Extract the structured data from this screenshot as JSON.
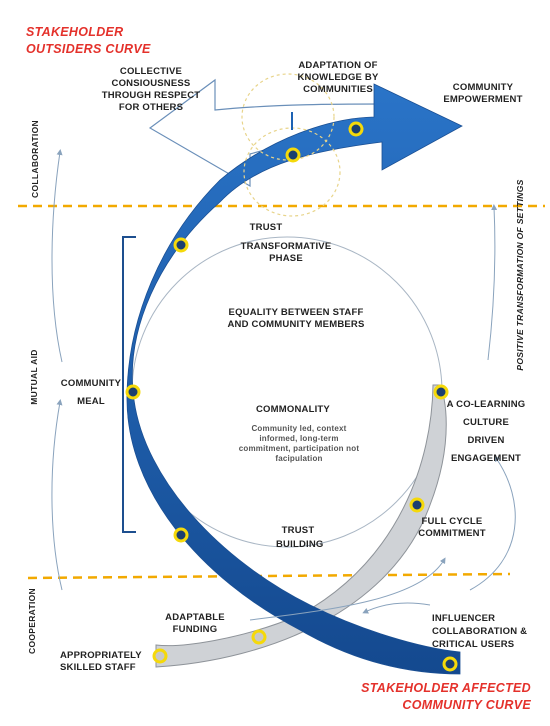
{
  "titles": {
    "top": "STAKEHOLDER OUTSIDERS CURVE",
    "bottom": "STAKEHOLDER AFFECTED COMMUNITY CURVE"
  },
  "labels": {
    "collective": "COLLECTIVE CONSIOUSNESS THROUGH RESPECT FOR OTHERS",
    "adaptation": "ADAPTATION OF KNOWLEDGE BY COMMUNITIES",
    "empowerment": "COMMUNITY EMPOWERMENT",
    "trust": "TRUST",
    "transformative": "TRANSFORMATIVE PHASE",
    "equality": "EQUALITY BETWEEN STAFF AND COMMUNITY MEMBERS",
    "community_meal": "COMMUNITY MEAL",
    "commonality": "COMMONALITY",
    "commonality_detail": "Community led, context informed, long-term commitment, participation not facipulation",
    "co_learning": "A CO-LEARNING CULTURE DRIVEN ENGAGEMENT",
    "full_cycle": "FULL CYCLE COMMITMENT",
    "trust_building": "TRUST BUILDING",
    "adaptable_funding": "ADAPTABLE FUNDING",
    "appropriately_skilled": "APPROPRIATELY SKILLED STAFF",
    "influencer": "INFLUENCER COLLABORATION & CRITICAL USERS"
  },
  "side_labels": {
    "collaboration": "COLLABORATION",
    "mutual_aid": "MUTUAL AID",
    "cooperation": "COOPERATION",
    "positive": "POSITIVE TRANSFORMATION OF SETTINGS"
  },
  "colors": {
    "title_red": "#e4312b",
    "curve_blue": "#1d62b3",
    "curve_grey": "#cfd2d6",
    "dashed_orange": "#f2a900",
    "marker_yellow": "#f5d90a"
  }
}
